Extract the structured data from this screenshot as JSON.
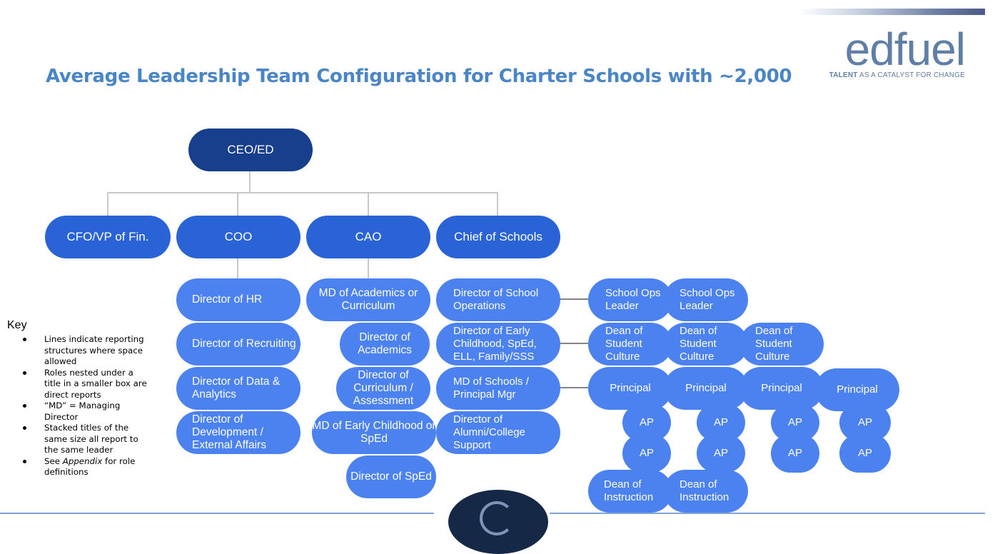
{
  "title": "Average Leadership Team Configuration for Charter Schools with ~2,000",
  "logo": {
    "word": "edfuel",
    "tagline_bold": "TALENT",
    "tagline_rest": " AS A CATALYST FOR CHANGE",
    "color": "#5f7fa6"
  },
  "colors": {
    "title": "#4a86c7",
    "ceo_box": "#173f8c",
    "level1_box": "#2a63d6",
    "role_box": "#4b82ef",
    "connector": "#b5b5b5"
  },
  "org": {
    "ceo": "CEO/ED",
    "level1": [
      "CFO/VP of Fin.",
      "COO",
      "CAO",
      "Chief of Schools"
    ],
    "coo_reports": [
      "Director of HR",
      "Director of Recruiting",
      "Director of Data & Analytics",
      "Director of Development / External Affairs"
    ],
    "cao_reports": {
      "md_academics": "MD of Academics or Curriculum",
      "dir_academics": "Director of Academics",
      "dir_curriculum": "Director of Curriculum / Assessment",
      "md_early": "MD of Early Childhood or SpEd",
      "dir_sped": "Director of SpEd"
    },
    "cos_reports": [
      "Director of School Operations",
      "Director of Early Childhood, SpEd, ELL, Family/SSS",
      "MD of Schools / Principal Mgr",
      "Director of Alumni/College Support"
    ],
    "school_ops": [
      "School Ops Leader",
      "School Ops Leader"
    ],
    "dean_culture": [
      "Dean of Student Culture",
      "Dean of Student Culture",
      "Dean of Student Culture"
    ],
    "principals": [
      "Principal",
      "Principal",
      "Principal",
      "Principal"
    ],
    "aps": [
      "AP",
      "AP",
      "AP",
      "AP",
      "AP",
      "AP",
      "AP",
      "AP"
    ],
    "dean_instruction": [
      "Dean of Instruction",
      "Dean of Instruction"
    ]
  },
  "key": {
    "title": "Key",
    "items": [
      "Lines indicate reporting structures where space allowed",
      "Roles nested under a title in a smaller box are direct reports",
      "“MD” = Managing Director",
      "Stacked titles of the same size all report to the same leader"
    ],
    "appendix_prefix": "See ",
    "appendix_italic": "Appendix",
    "appendix_suffix": " for role definitions"
  }
}
